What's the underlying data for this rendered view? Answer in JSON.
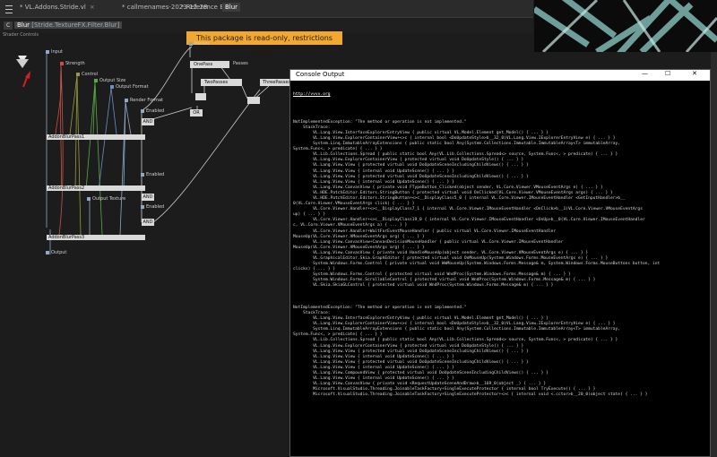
{
  "tabs": [
    {
      "label": "* VL.Addons.Stride.vl",
      "active": false
    },
    {
      "label": "* callmenames-2023-12-28",
      "active": false
    },
    {
      "label": "* Reference Blur",
      "active": false
    },
    {
      "label": "Blur",
      "active": true
    }
  ],
  "breadcrumb": {
    "badge": "C",
    "name": "Blur",
    "type": "[Stride.TextureFX.Filter.Blur]",
    "subtitle": "Shader Controls"
  },
  "banner": "This package is read-only, restrictions apply!",
  "patch": {
    "pins": {
      "input": "Input",
      "strength": "Strength",
      "control": "Control",
      "output_size": "Output Size",
      "output_format": "Output Format",
      "render_format": "Render Format",
      "enabled1": "Enabled",
      "enabled2": "Enabled",
      "enabled3": "Enabled",
      "output_texture": "Output Texture",
      "output": "Output",
      "passes": "Passes",
      "passes_out": "Passes"
    },
    "nodes": {
      "pass1": "AddonBlurPass1",
      "pass2": "AddonBlurPass2",
      "pass3": "AddonBlurPass3",
      "and1": "AND",
      "and2": "AND",
      "and3": "AND",
      "or": "OR",
      "onepass": "OnePass",
      "twopasses": "TwoPasses",
      "threepasses": "ThreePasses"
    }
  },
  "console": {
    "title": "Console Output",
    "controls": {
      "minimize": "—",
      "maximize": "☐",
      "close": "✕"
    },
    "url": "http://vvvv.org",
    "lines": [
      "",
      "",
      "NotImplementedException: \"The method or operation is not implemented.\"",
      "    StackTrace:",
      "        VL.Lang.View.InterfaceExplorerEntryView { public virtual VL.Model.Element get_Model() { ... } }",
      "        VL.Lang.View.ExplorerContainerView+<>c { internal bool <DoUpdateStyle>b__32_0(VL.Lang.View.IExplorerEntryView e) { ... } }",
      "        System.Linq.ImmutableArrayExtensions { public static bool Any(System.Collections.Immutable.ImmutableArray<T> immutableArray,",
      "System.Func<, > predicate) { ... } }",
      "        VL.Lib.Collections.Spread { public static bool Any(VL.Lib.Collections.Spread<> source, System.Func<, > predicate) { ... } }",
      "        VL.Lang.View.ExplorerContainerView { protected virtual void DoUpdateStyle() { ... } }",
      "        VL.Lang.View.View { protected virtual void DoUpdateSceneIncludingChildViews() { ... } }",
      "        VL.Lang.View.View { internal void UpdateScene() { ... } }",
      "        VL.Lang.View.View { protected virtual void DoUpdateSceneIncludingChildViews() { ... } }",
      "        VL.Lang.View.View { internal void UpdateScene() { ... } }",
      "        VL.Lang.View.CanvasView { private void FTypeButton_Clicked(object sender, VL.Core.Viewer.VMouseEventArgs e) { ... } }",
      "        VL.HDE.PatchEditor.Editors.StringButton { protected virtual void OnClicked(VL.Core.Viewer.VMouseEventArgs args) { ... } }",
      "        VL.HDE.PatchEditor.Editors.StringButton+<>c__DisplayClass5_0 { internal VL.Core.Viewer.IMouseEventHandler <GetInputHandler>b__",
      "0(VL.Core.Viewer.VMouseEventArgs click) { ... } }",
      "        VL.Core.Viewer.Handler+<>c__DisplayClass7_1 { internal VL.Core.Viewer.IMouseEventHandler <OnClick>b__1(VL.Core.Viewer.VMouseEventArgs",
      "up) { ... } }",
      "        VL.Core.Viewer.Handler+<>c__DisplayClass19_0 { internal VL.Core.Viewer.IMouseEventHandler <OnUp>b__0(VL.Core.Viewer.IMouseEventHandler",
      "c, VL.Core.Viewer.VMouseEventArgs a) { ... } }",
      "        VL.Core.Viewer.Handler+WaitForEventMouseHandler { public virtual VL.Core.Viewer.IMouseEventHandler",
      "MouseUp(VL.Core.Viewer.VMouseEventArgs arg) { ... } }",
      "        VL.Lang.View.CanvasView+CanvasDecisionMouseHandler { public virtual VL.Core.Viewer.IMouseEventHandler",
      "MouseUp(VL.Core.Viewer.VMouseEventArgs arg) { ... } }",
      "        VL.Lang.View.CanvasView { private void HandleMouseUp(object sender, VL.Core.Viewer.VMouseEventArgs e) { ... } }",
      "        VL.GraphicalEditor.Skia.GraphEditor { protected virtual void OnMouseUp(System.Windows.Forms.MouseEventArgs e) { ... } }",
      "        System.Windows.Forms.Control { private virtual void WmMouseUp(System.Windows.Forms.Message& m, System.Windows.Forms.MouseButtons button, int",
      "clicks) { ... } }",
      "        System.Windows.Forms.Control { protected virtual void WndProc(System.Windows.Forms.Message& m) { ... } }",
      "        System.Windows.Forms.ScrollableControl { protected virtual void WndProc(System.Windows.Forms.Message& m) { ... } }",
      "        VL.Skia.SkiaGLControl { protected virtual void WndProc(System.Windows.Forms.Message& m) { ... } }",
      "",
      "",
      "",
      "NotImplementedException: \"The method or operation is not implemented.\"",
      "    StackTrace:",
      "        VL.Lang.View.InterfaceExplorerEntryView { public virtual VL.Model.Element get_Model() { ... } }",
      "        VL.Lang.View.ExplorerContainerView+<>c { internal bool <DoUpdateStyle>b__32_0(VL.Lang.View.IExplorerEntryView e) { ... } }",
      "        System.Linq.ImmutableArrayExtensions { public static bool Any(System.Collections.Immutable.ImmutableArray<T> immutableArray,",
      "System.Func<, > predicate) { ... } }",
      "        VL.Lib.Collections.Spread { public static bool Any(VL.Lib.Collections.Spread<> source, System.Func<, > predicate) { ... } }",
      "        VL.Lang.View.ExplorerContainerView { protected virtual void DoUpdateStyle() { ... } }",
      "        VL.Lang.View.View { protected virtual void DoUpdateSceneIncludingChildViews() { ... } }",
      "        VL.Lang.View.View { internal void UpdateScene() { ... } }",
      "        VL.Lang.View.View { protected virtual void DoUpdateSceneIncludingChildViews() { ... } }",
      "        VL.Lang.View.View { internal void UpdateScene() { ... } }",
      "        VL.Lang.View.CompoundView { protected virtual void DoUpdateSceneIncludingChildViews() { ... } }",
      "        VL.Lang.View.View { internal void UpdateScene() { ... } }",
      "        VL.Lang.View.CanvasView { private void <RequestUpdateSceneAndDraw>b__169_0(object _) { ... } }",
      "        Microsoft.VisualStudio.Threading.JoinableTaskFactory+SingleExecuteProtector { internal bool TryExecute() { ... } }",
      "        Microsoft.VisualStudio.Threading.JoinableTaskFactory+SingleExecuteProtector+<>c { internal void <.cctor>b__20_0(object state) { ... } }"
    ]
  },
  "colors": {
    "banner": "#f0a830",
    "pin": "#8fa8c8",
    "link_red": "#c8504a",
    "link_green": "#5aa84a",
    "link_blue": "#6a90c8",
    "link_olive": "#9a9a40",
    "arrow": "#d02020"
  },
  "icons": {
    "menu": "hamburger-icon",
    "arrow": "red-arrow-icon",
    "logo": "vvvv-logo-icon"
  }
}
